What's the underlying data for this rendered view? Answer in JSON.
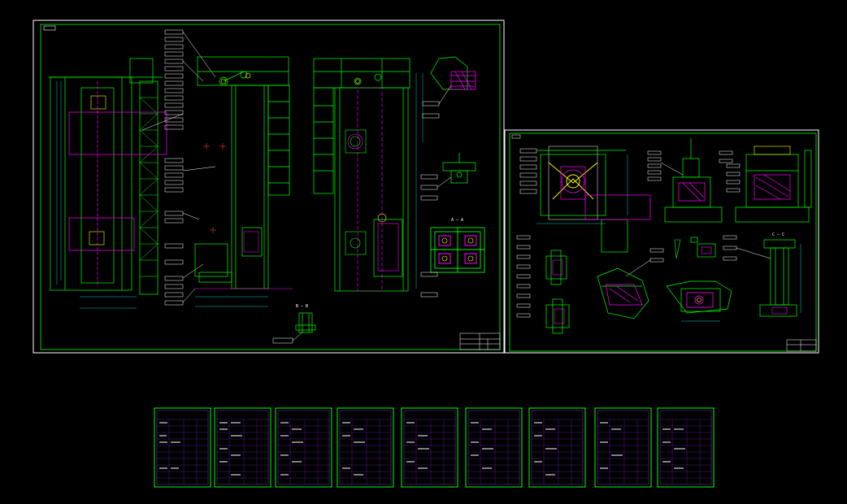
{
  "sections": [
    {
      "key": "a",
      "text": "B — B"
    },
    {
      "key": "b",
      "text": "A — A"
    },
    {
      "key": "c",
      "text": "C — C"
    }
  ],
  "colors": {
    "background": "#000000",
    "frame": "#00ff00",
    "detail": "#00ff00",
    "hidden": "#ff00ff",
    "dimension": "#00ffff",
    "annotation": "#ffffff",
    "center": "#ff3030",
    "accent": "#ffff00"
  },
  "sheets": {
    "main_assembly": "assembly-drawing",
    "parts_detail": "parts-detail-drawing",
    "bom_count": 9
  }
}
